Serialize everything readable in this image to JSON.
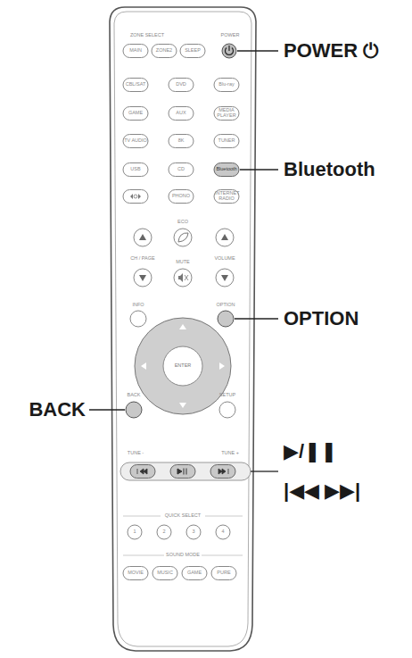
{
  "diagram": {
    "labels": [
      "ZONE SELECT",
      "POWER",
      "MAIN",
      "ZONE2",
      "SLEEP",
      "CBL/SAT",
      "DVD",
      "Blu-ray",
      "GAME",
      "AUX",
      "MEDIA PLAYER",
      "TV AUDIO",
      "8K",
      "TUNER",
      "USB",
      "CD",
      "Bluetooth",
      "PHONO",
      "INTERNET RADIO",
      "ECO",
      "CH / PAGE",
      "MUTE",
      "VOLUME",
      "INFO",
      "OPTION",
      "ENTER",
      "BACK",
      "SETUP",
      "TUNE -",
      "TUNE +",
      "QUICK SELECT",
      "1",
      "2",
      "3",
      "4",
      "SOUND MODE",
      "MOVIE",
      "MUSIC",
      "GAME",
      "PURE",
      "POWER ⏻",
      "Bluetooth",
      "OPTION",
      "BACK",
      "▶/❚❚",
      "|◀◀ ▶▶|"
    ]
  }
}
